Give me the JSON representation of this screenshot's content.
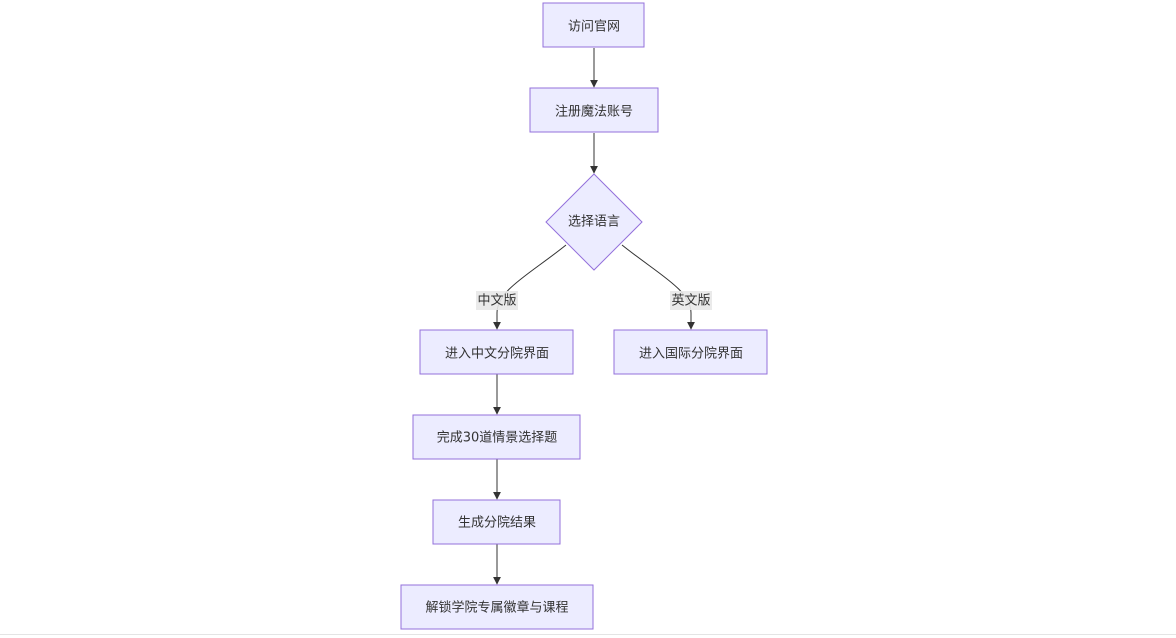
{
  "nodes": {
    "visit": "访问官网",
    "register": "注册魔法账号",
    "choose_lang": "选择语言",
    "cn_house": "进入中文分院界面",
    "intl_house": "进入国际分院界面",
    "quiz": "完成30道情景选择题",
    "result": "生成分院结果",
    "unlock": "解锁学院专属徽章与课程"
  },
  "edges": {
    "chinese": "中文版",
    "english": "英文版"
  },
  "colors": {
    "node_fill": "#ECECFF",
    "node_stroke": "#9370DB",
    "edge": "#333333",
    "label_bg": "#e8e8e8"
  }
}
